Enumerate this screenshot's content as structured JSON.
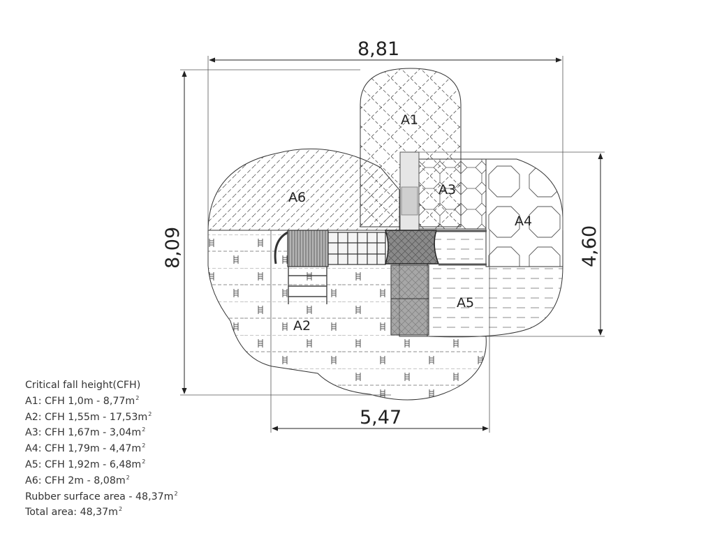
{
  "dimensions": {
    "width": "8,81",
    "height": "8,09",
    "inner_width": "5,47",
    "inner_height": "4,60"
  },
  "zones": [
    {
      "id": "A1",
      "label": "A1"
    },
    {
      "id": "A2",
      "label": "A2"
    },
    {
      "id": "A3",
      "label": "A3"
    },
    {
      "id": "A4",
      "label": "A4"
    },
    {
      "id": "A5",
      "label": "A5"
    },
    {
      "id": "A6",
      "label": "A6"
    }
  ],
  "legend": {
    "title": "Critical fall height(CFH)",
    "rows": [
      {
        "text": "A1: CFH 1,0m - 8,77m",
        "sup": "2"
      },
      {
        "text": "A2: CFH 1,55m - 17,53m",
        "sup": "2"
      },
      {
        "text": "A3: CFH 1,67m - 3,04m",
        "sup": "2"
      },
      {
        "text": "A4: CFH 1,79m - 4,47m",
        "sup": "2"
      },
      {
        "text": "A5: CFH 1,92m - 6,48m",
        "sup": "2"
      },
      {
        "text": "A6: CFH 2m - 8,08m",
        "sup": "2"
      },
      {
        "text": "Rubber surface area - 48,37m",
        "sup": "2"
      },
      {
        "text": "Total area: 48,37m",
        "sup": "2"
      }
    ]
  }
}
